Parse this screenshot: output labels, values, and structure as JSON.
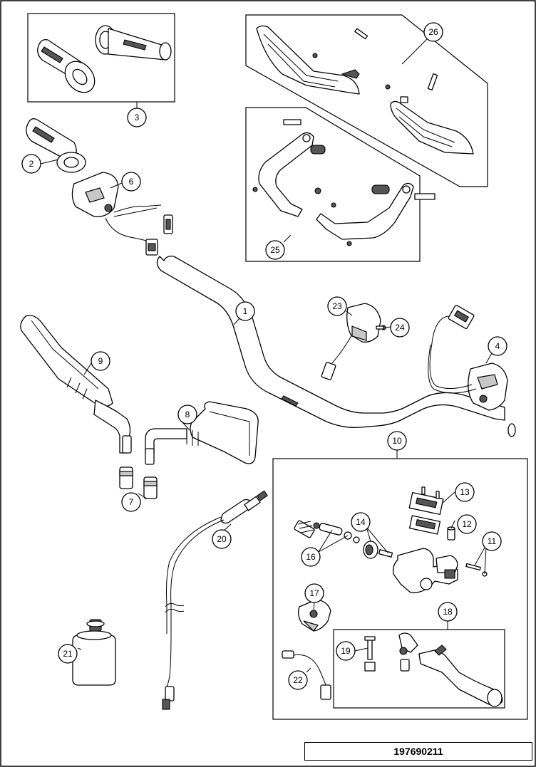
{
  "drawing": {
    "number": "197690211"
  },
  "callouts": [
    {
      "id": "c1",
      "label": "1"
    },
    {
      "id": "c2",
      "label": "2"
    },
    {
      "id": "c3",
      "label": "3"
    },
    {
      "id": "c4",
      "label": "4"
    },
    {
      "id": "c6",
      "label": "6"
    },
    {
      "id": "c7",
      "label": "7"
    },
    {
      "id": "c8",
      "label": "8"
    },
    {
      "id": "c9",
      "label": "9"
    },
    {
      "id": "c10",
      "label": "10"
    },
    {
      "id": "c11",
      "label": "11"
    },
    {
      "id": "c12",
      "label": "12"
    },
    {
      "id": "c13",
      "label": "13"
    },
    {
      "id": "c14",
      "label": "14"
    },
    {
      "id": "c16",
      "label": "16"
    },
    {
      "id": "c17",
      "label": "17"
    },
    {
      "id": "c18",
      "label": "18"
    },
    {
      "id": "c19",
      "label": "19"
    },
    {
      "id": "c20",
      "label": "20"
    },
    {
      "id": "c21",
      "label": "21"
    },
    {
      "id": "c22",
      "label": "22"
    },
    {
      "id": "c23",
      "label": "23"
    },
    {
      "id": "c24",
      "label": "24"
    },
    {
      "id": "c25",
      "label": "25"
    },
    {
      "id": "c26",
      "label": "26"
    }
  ]
}
